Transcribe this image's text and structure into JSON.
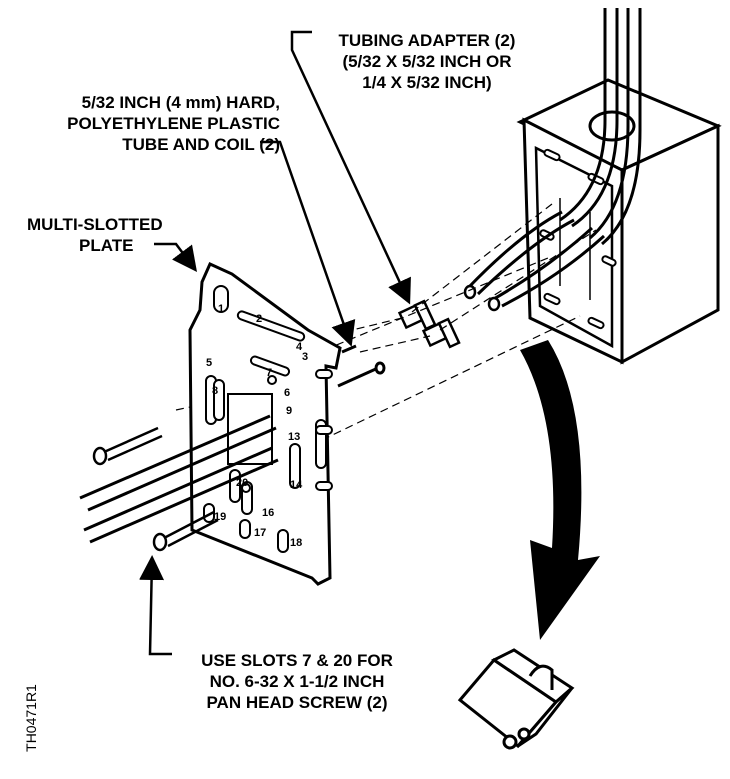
{
  "labels": {
    "tubing_adapter": [
      "TUBING ADAPTER (2)",
      "(5/32 X 5/32 INCH OR",
      "1/4 X 5/32 INCH)"
    ],
    "tube": [
      "5/32 INCH (4 mm) HARD,",
      "POLYETHYLENE PLASTIC",
      "TUBE AND COIL (2)"
    ],
    "plate": [
      "MULTI-SLOTTED",
      "PLATE"
    ],
    "slots": [
      "USE SLOTS 7 & 20 FOR",
      "NO. 6-32 X 1-1/2 INCH",
      "PAN HEAD SCREW (2)"
    ]
  },
  "slot_numbers": [
    "1",
    "2",
    "3",
    "4",
    "5",
    "6",
    "7",
    "8",
    "9",
    "13",
    "14",
    "16",
    "17",
    "18",
    "19",
    "20"
  ],
  "figure_code": "TH0471R1"
}
